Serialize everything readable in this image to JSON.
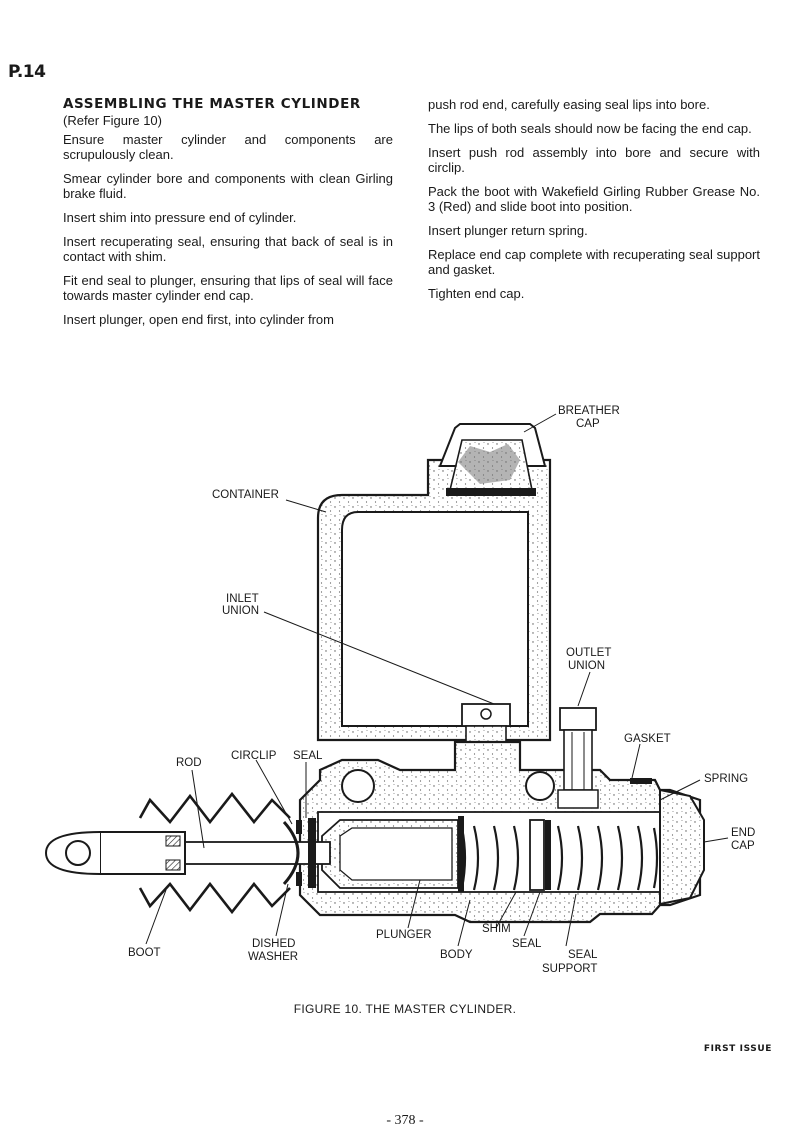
{
  "page_ref": "P.14",
  "section": {
    "heading": "ASSEMBLING THE MASTER CYLINDER",
    "subheading": "(Refer Figure 10)",
    "left_paragraphs": [
      "Ensure master cylinder and components are scrupulously clean.",
      "Smear cylinder bore and components with clean Girling brake fluid.",
      "Insert shim into pressure end of cylinder.",
      "Insert recuperating seal, ensuring that back of seal is in contact with shim.",
      "Fit end seal to plunger, ensuring that lips of seal will face towards master cylinder end cap.",
      "Insert plunger, open end first, into cylinder from"
    ],
    "right_paragraphs": [
      "push rod end, carefully easing seal lips into bore.",
      "The lips of both seals should now be facing the end cap.",
      "Insert push rod assembly into bore and secure with circlip.",
      "Pack the boot with Wakefield Girling Rubber Grease No. 3 (Red) and slide boot into position.",
      "Insert plunger return spring.",
      "Replace end cap complete with recuperating seal support and gasket.",
      "Tighten end cap."
    ]
  },
  "figure": {
    "labels": {
      "breather_cap_1": "BREATHER",
      "breather_cap_2": "CAP",
      "container": "CONTAINER",
      "inlet_union_1": "INLET",
      "inlet_union_2": "UNION",
      "outlet_union_1": "OUTLET",
      "outlet_union_2": "UNION",
      "gasket": "GASKET",
      "spring": "SPRING",
      "end_cap_1": "END",
      "end_cap_2": "CAP",
      "rod": "ROD",
      "circlip": "CIRCLIP",
      "seal_top": "SEAL",
      "boot": "BOOT",
      "dished_washer_1": "DISHED",
      "dished_washer_2": "WASHER",
      "plunger": "PLUNGER",
      "shim": "SHIM",
      "body": "BODY",
      "seal_bottom": "SEAL",
      "seal_support_1": "SEAL",
      "seal_support_2": "SUPPORT"
    },
    "caption": "FIGURE 10.  THE MASTER CYLINDER."
  },
  "footer": {
    "issue": "FIRST ISSUE",
    "page_number": "- 378 -"
  }
}
